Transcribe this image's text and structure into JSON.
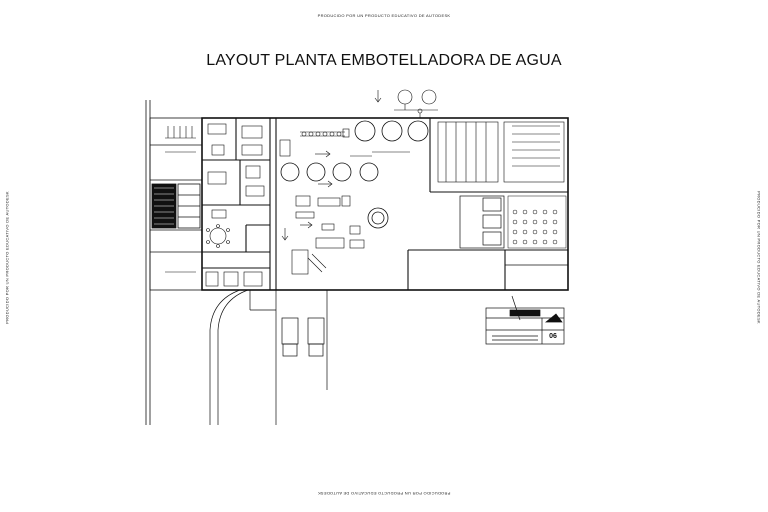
{
  "watermark": {
    "top": "PRODUCIDO POR UN PRODUCTO EDUCATIVO DE AUTODESK",
    "bottom": "PRODUCIDO POR UN PRODUCTO EDUCATIVO DE AUTODESK",
    "left": "PRODUCIDO POR UN PRODUCTO EDUCATIVO DE AUTODESK",
    "right": "PRODUCIDO POR UN PRODUCTO EDUCATIVO DE AUTODESK"
  },
  "title": "LAYOUT PLANTA EMBOTELLADORA DE AGUA",
  "title_block": {
    "sheet_number": "06"
  }
}
